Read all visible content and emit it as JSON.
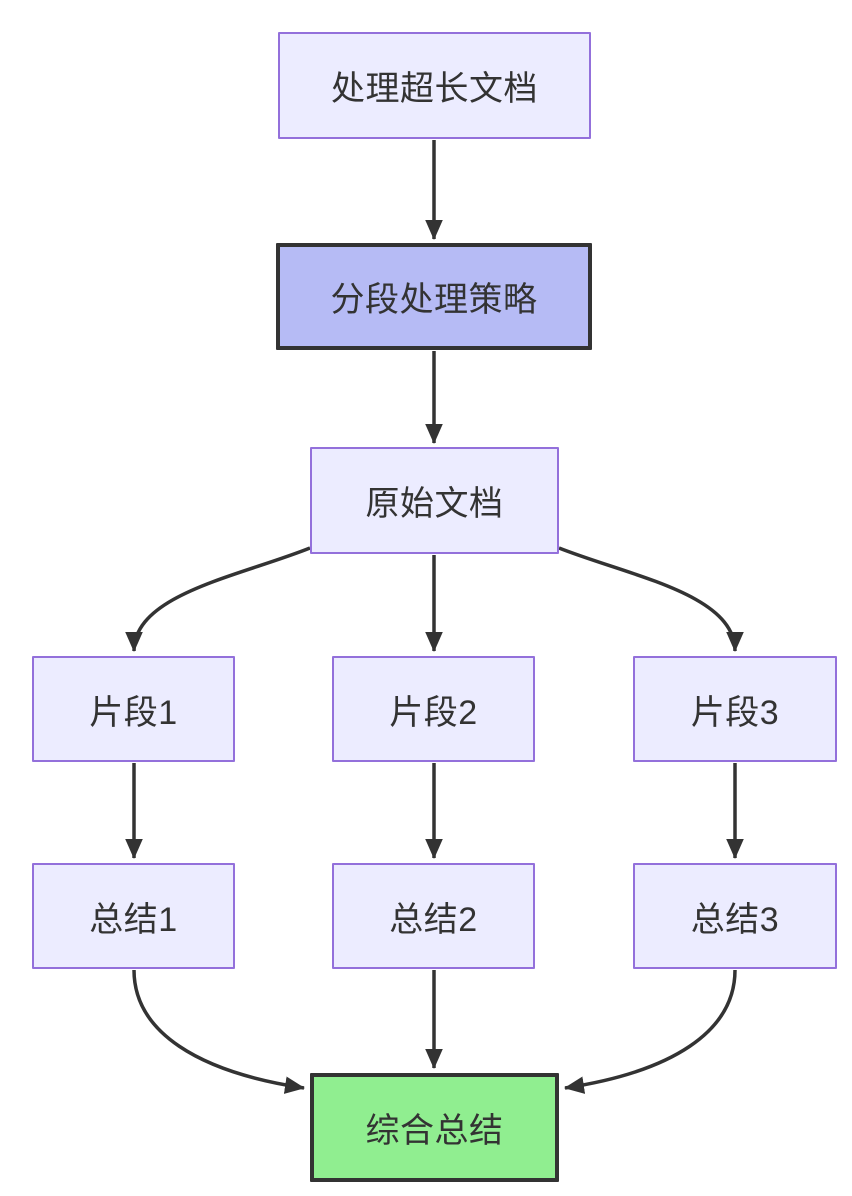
{
  "diagram": {
    "type": "flowchart",
    "direction": "top-to-bottom",
    "nodes": [
      {
        "id": "start",
        "label": "处理超长文档",
        "style": "default"
      },
      {
        "id": "strategy",
        "label": "分段处理策略",
        "style": "highlight"
      },
      {
        "id": "doc",
        "label": "原始文档",
        "style": "default"
      },
      {
        "id": "chunk1",
        "label": "片段1",
        "style": "default"
      },
      {
        "id": "chunk2",
        "label": "片段2",
        "style": "default"
      },
      {
        "id": "chunk3",
        "label": "片段3",
        "style": "default"
      },
      {
        "id": "summary1",
        "label": "总结1",
        "style": "default"
      },
      {
        "id": "summary2",
        "label": "总结2",
        "style": "default"
      },
      {
        "id": "summary3",
        "label": "总结3",
        "style": "default"
      },
      {
        "id": "final",
        "label": "综合总结",
        "style": "success"
      }
    ],
    "edges": [
      {
        "from": "start",
        "to": "strategy"
      },
      {
        "from": "strategy",
        "to": "doc"
      },
      {
        "from": "doc",
        "to": "chunk1"
      },
      {
        "from": "doc",
        "to": "chunk2"
      },
      {
        "from": "doc",
        "to": "chunk3"
      },
      {
        "from": "chunk1",
        "to": "summary1"
      },
      {
        "from": "chunk2",
        "to": "summary2"
      },
      {
        "from": "chunk3",
        "to": "summary3"
      },
      {
        "from": "summary1",
        "to": "final"
      },
      {
        "from": "summary2",
        "to": "final"
      },
      {
        "from": "summary3",
        "to": "final"
      }
    ]
  },
  "colors": {
    "background": "#ffffff",
    "node_fill": "#ECECFF",
    "node_border": "#9370DB",
    "highlight_fill": "#B6BBF5",
    "highlight_border": "#333333",
    "success_fill": "#90EE90",
    "success_border": "#333333",
    "edge": "#333333",
    "text": "#333333"
  }
}
